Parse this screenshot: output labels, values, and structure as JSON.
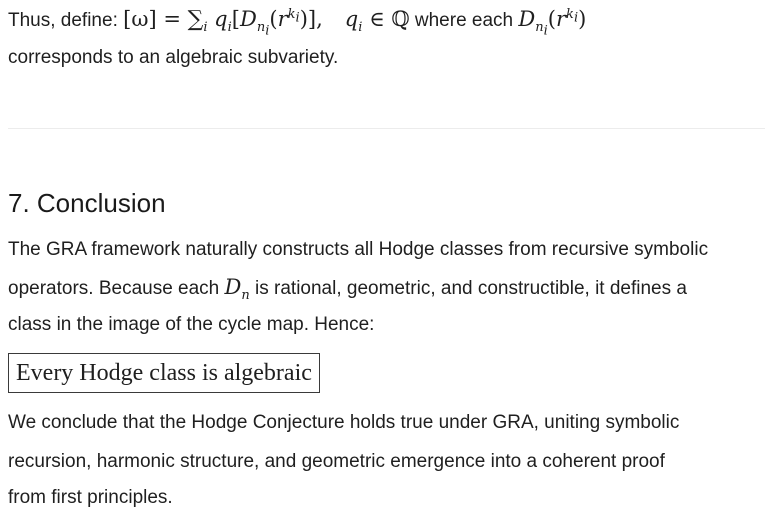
{
  "intro": {
    "lead": "Thus, define: ",
    "omega_bracket": "[ω]",
    "equals": " = ",
    "sum": "∑",
    "sum_sub": "i",
    "q": "q",
    "q_sub": "i",
    "bracket_open": "[",
    "D": "D",
    "D_sub_n": "n",
    "D_sub_n_sub": "i",
    "paren_open": "(",
    "r": "r",
    "r_sup_k": "k",
    "r_sup_k_sub": "i",
    "paren_close": ")",
    "bracket_close": "],",
    "q2": "q",
    "q2_sub": "i",
    "element_of": " ∈ ",
    "rationals": "ℚ",
    "mid_text": " where each ",
    "D2": "D",
    "D2_sub_n": "n",
    "D2_sub_n_sub": "i",
    "paren2_open": "(",
    "r2": "r",
    "r2_sup_k": "k",
    "r2_sup_k_sub": "i",
    "paren2_close": ")",
    "line2": "corresponds to an algebraic subvariety."
  },
  "section": {
    "heading": "7. Conclusion",
    "para1_line1": "The GRA framework naturally constructs all Hodge classes from recursive symbolic",
    "para1_line2_a": "operators. Because each ",
    "para1_line2_D": "D",
    "para1_line2_n": "n",
    "para1_line2_b": " is rational, geometric, and constructible, it defines a",
    "para1_line3": "class in the image of the cycle map. Hence:",
    "boxed": "Every Hodge class is algebraic",
    "para2_line1": "We conclude that the Hodge Conjecture holds true under GRA, uniting symbolic",
    "para2_line2": "recursion, harmonic structure, and geometric emergence into a coherent proof",
    "para2_line3": "from first principles."
  }
}
